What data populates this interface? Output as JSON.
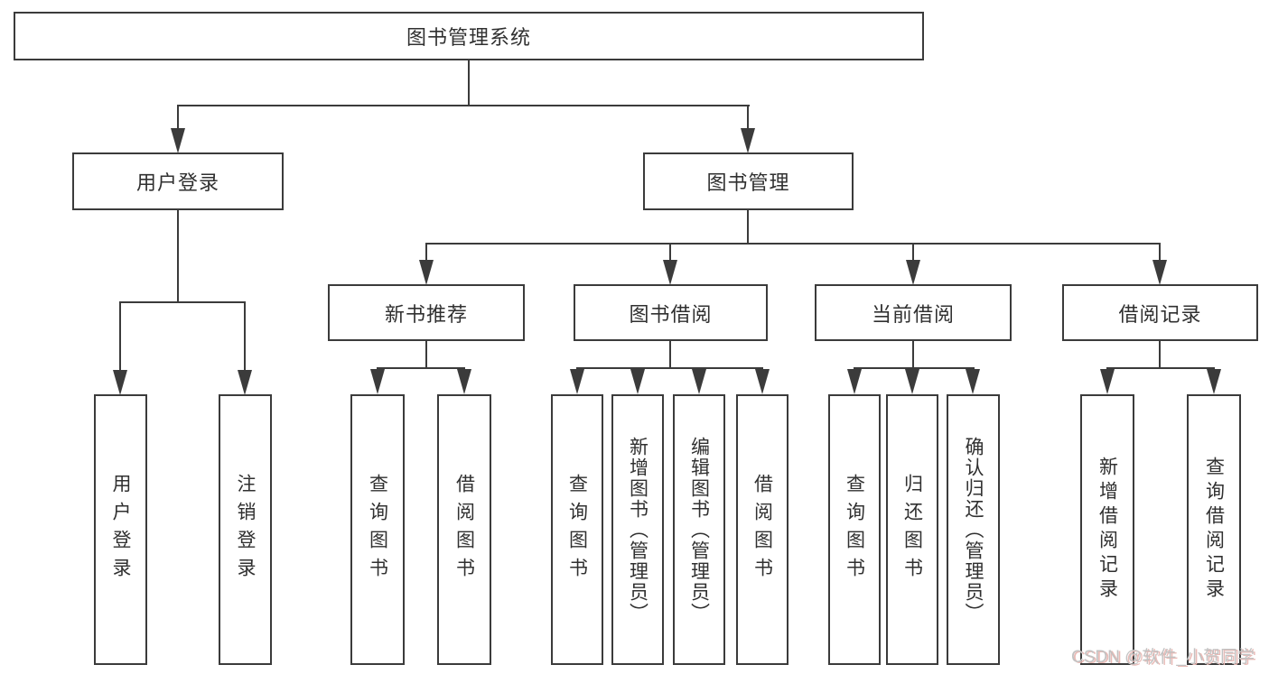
{
  "tree": {
    "root": {
      "label": "图书管理系统",
      "children": [
        {
          "label": "用户登录",
          "children": [
            {
              "label": "用户登录"
            },
            {
              "label": "注销登录"
            }
          ]
        },
        {
          "label": "图书管理",
          "children": [
            {
              "label": "新书推荐",
              "children": [
                {
                  "label": "查询图书"
                },
                {
                  "label": "借阅图书"
                }
              ]
            },
            {
              "label": "图书借阅",
              "children": [
                {
                  "label": "查询图书"
                },
                {
                  "label": "新增图书（管理员）"
                },
                {
                  "label": "编辑图书（管理员）"
                },
                {
                  "label": "借阅图书"
                }
              ]
            },
            {
              "label": "当前借阅",
              "children": [
                {
                  "label": "查询图书"
                },
                {
                  "label": "归还图书"
                },
                {
                  "label": "确认归还（管理员）"
                }
              ]
            },
            {
              "label": "借阅记录",
              "children": [
                {
                  "label": "新增借阅记录"
                },
                {
                  "label": "查询借阅记录"
                }
              ]
            }
          ]
        }
      ]
    }
  },
  "watermark": {
    "text": "CSDN @软件_小贺同学"
  },
  "colors": {
    "line": "#3b3b3b",
    "box_border": "#3b3b3b",
    "text": "#303030",
    "background": "#ffffff",
    "watermark_text": "#c2c2c2",
    "watermark_shadow": "#e9bab6"
  }
}
